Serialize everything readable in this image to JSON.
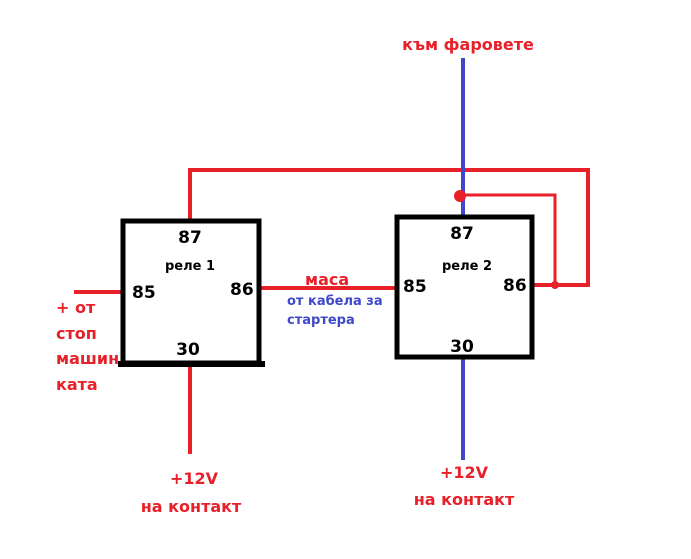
{
  "top_label": "към фаровете",
  "relay1": {
    "name": "реле 1",
    "pin87": "87",
    "pin85": "85",
    "pin86": "86",
    "pin30": "30"
  },
  "relay2": {
    "name": "реле 2",
    "pin87": "87",
    "pin85": "85",
    "pin86": "86",
    "pin30": "30"
  },
  "left_label": [
    "+ от",
    "стоп",
    "машин",
    "ката"
  ],
  "ground_label": "маса",
  "ground_sub": [
    "от кабела за",
    "стартера"
  ],
  "supply1": [
    "+12V",
    "на контакт"
  ],
  "supply2": [
    "+12V",
    "на контакт"
  ],
  "colors": {
    "wire_red": "#e8202a",
    "wire_blue": "#3f48cc",
    "box": "#000000"
  }
}
